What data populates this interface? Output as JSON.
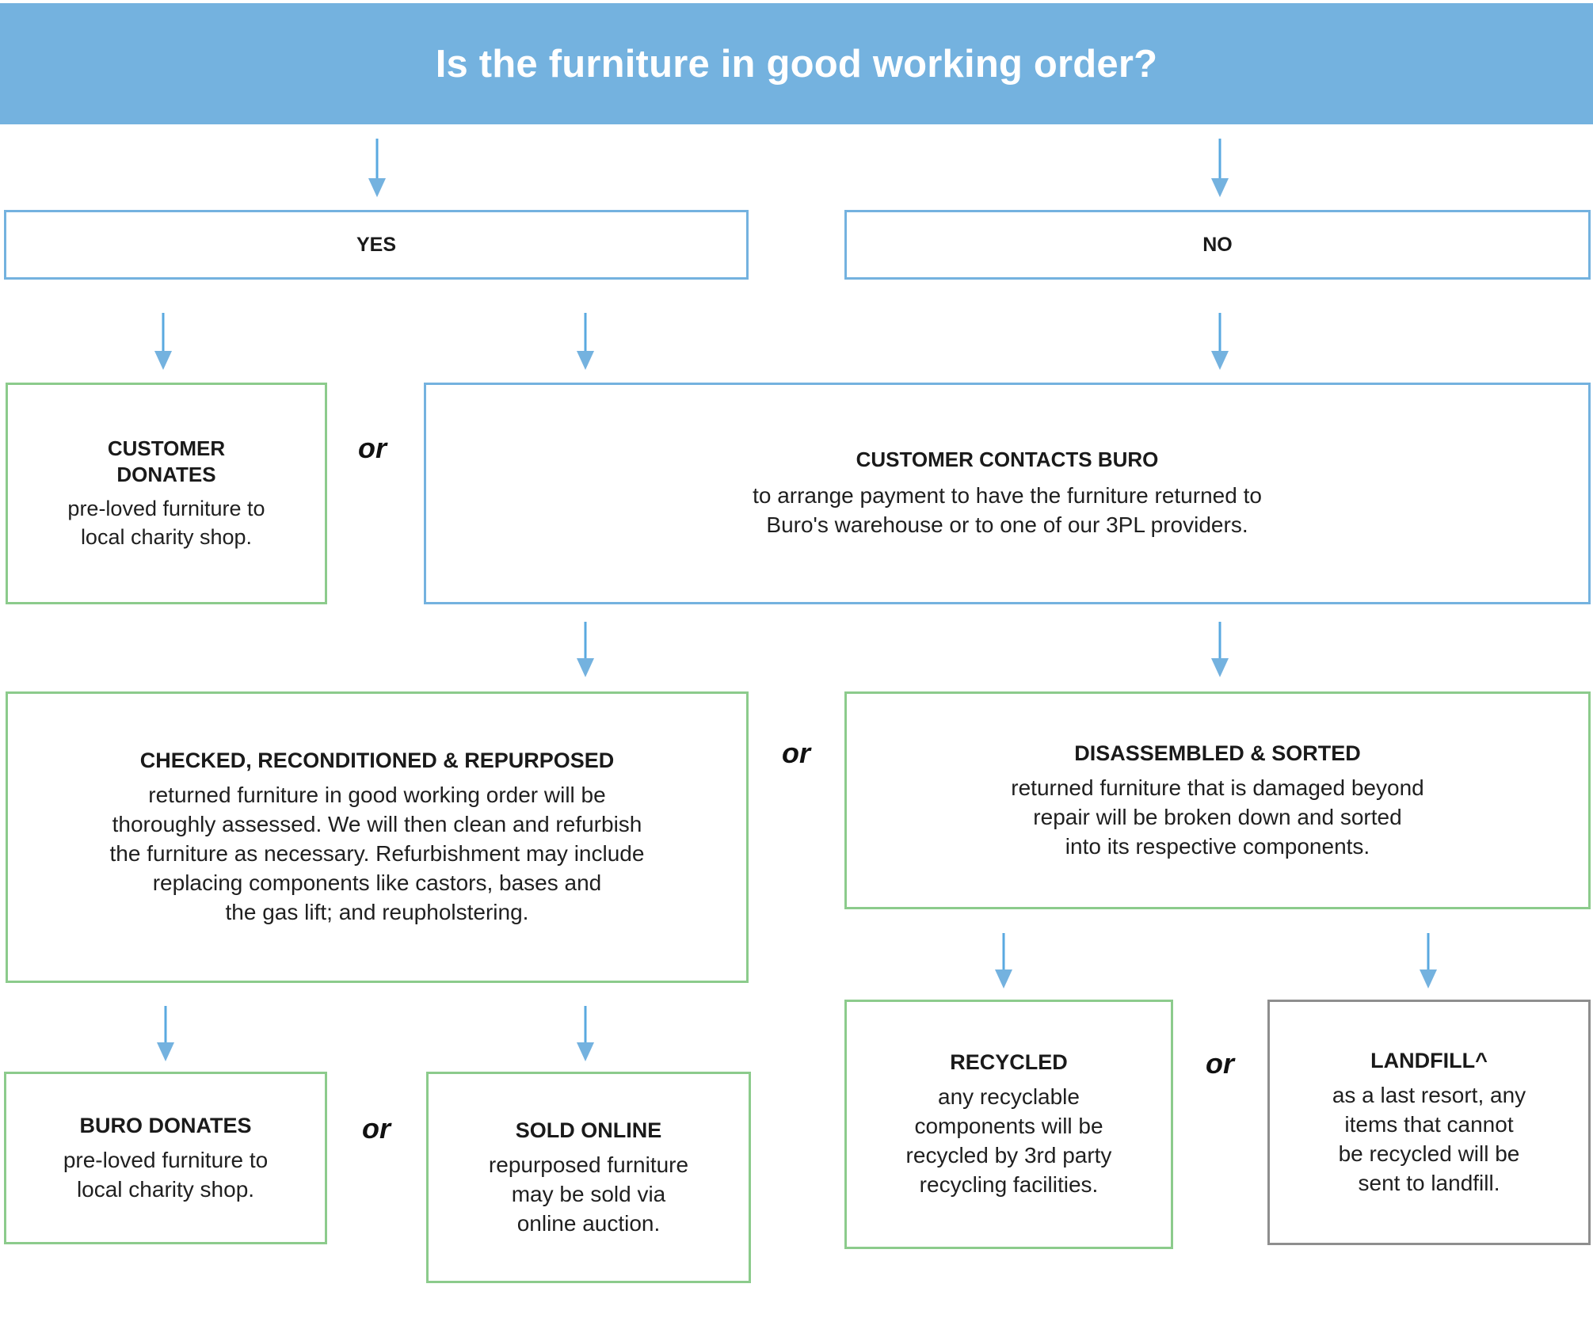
{
  "header": {
    "title": "Is the furniture in good working order?",
    "background_color": "#74b2df",
    "text_color": "#ffffff"
  },
  "colors": {
    "blue_border": "#74b2df",
    "green_border": "#8ccb8c",
    "gray_border": "#8e8e8e",
    "arrow": "#5aa9e0",
    "text": "#1a1a1a"
  },
  "branches": {
    "yes_label": "YES",
    "no_label": "NO"
  },
  "or_labels": {
    "donate_or_contact": "or",
    "checked_or_disassembled": "or",
    "donate_or_sold": "or",
    "recycled_or_landfill": "or"
  },
  "nodes": {
    "customer_donates": {
      "title": "CUSTOMER\nDONATES",
      "title_line1": "CUSTOMER",
      "title_line2": "DONATES",
      "body": "pre-loved furniture to\nlocal charity shop.",
      "body_line1": "pre-loved furniture to",
      "body_line2": "local charity shop.",
      "border_color": "#8ccb8c"
    },
    "customer_contacts_buro": {
      "title": "CUSTOMER CONTACTS BURO",
      "body_line1": "to arrange payment to have the furniture returned to",
      "body_line2": "Buro's warehouse or to one of our 3PL providers.",
      "border_color": "#74b2df"
    },
    "checked_reconditioned": {
      "title": "CHECKED, RECONDITIONED & REPURPOSED",
      "body_line1": "returned furniture in good working order will be",
      "body_line2": "thoroughly assessed. We will then clean and refurbish",
      "body_line3": "the furniture as necessary.  Refurbishment may include",
      "body_line4": "replacing components like castors, bases and",
      "body_line5": "the gas lift; and reupholstering.",
      "border_color": "#8ccb8c"
    },
    "disassembled_sorted": {
      "title": "DISASSEMBLED & SORTED",
      "body_line1": "returned furniture that is damaged beyond",
      "body_line2": "repair will be broken down and sorted",
      "body_line3": "into its respective components.",
      "border_color": "#8ccb8c"
    },
    "buro_donates": {
      "title": "BURO DONATES",
      "body_line1": "pre-loved furniture to",
      "body_line2": "local charity shop.",
      "border_color": "#8ccb8c"
    },
    "sold_online": {
      "title": "SOLD ONLINE",
      "body_line1": "repurposed furniture",
      "body_line2": "may be sold via",
      "body_line3": "online auction.",
      "border_color": "#8ccb8c"
    },
    "recycled": {
      "title": "RECYCLED",
      "body_line1": "any recyclable",
      "body_line2": "components will be",
      "body_line3": "recycled by 3rd party",
      "body_line4": "recycling facilities.",
      "border_color": "#8ccb8c"
    },
    "landfill": {
      "title": "LANDFILL^",
      "body_line1": "as a last resort, any",
      "body_line2": "items that cannot",
      "body_line3": "be recycled will be",
      "body_line4": "sent to landfill.",
      "border_color": "#8e8e8e"
    }
  }
}
